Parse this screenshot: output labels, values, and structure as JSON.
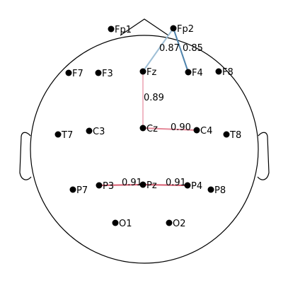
{
  "electrodes": [
    {
      "id": "Fp1",
      "label": "Fp1"
    },
    {
      "id": "Fp2",
      "label": "Fp2"
    },
    {
      "id": "F7",
      "label": "F7"
    },
    {
      "id": "F3",
      "label": "F3"
    },
    {
      "id": "Fz",
      "label": "Fz"
    },
    {
      "id": "F4",
      "label": "F4"
    },
    {
      "id": "F8",
      "label": "F8"
    },
    {
      "id": "T7",
      "label": "T7"
    },
    {
      "id": "C3",
      "label": "C3"
    },
    {
      "id": "Cz",
      "label": "Cz"
    },
    {
      "id": "C4",
      "label": "C4"
    },
    {
      "id": "T8",
      "label": "T8"
    },
    {
      "id": "P7",
      "label": "P7"
    },
    {
      "id": "P3",
      "label": "P3"
    },
    {
      "id": "Pz",
      "label": "Pz"
    },
    {
      "id": "P4",
      "label": "P4"
    },
    {
      "id": "P8",
      "label": "P8"
    },
    {
      "id": "O1",
      "label": "O1"
    },
    {
      "id": "O2",
      "label": "O2"
    }
  ],
  "connections": [
    {
      "from": "Fp2",
      "to": "Fz",
      "weight": "0.87",
      "color": "#9fbfd6"
    },
    {
      "from": "Fp2",
      "to": "F4",
      "weight": "0.85",
      "color": "#4f84ad"
    },
    {
      "from": "Fz",
      "to": "Cz",
      "weight": "0.89",
      "color": "#f0b8c4"
    },
    {
      "from": "Cz",
      "to": "C4",
      "weight": "0.90",
      "color": "#e6899a"
    },
    {
      "from": "P3",
      "to": "Pz",
      "weight": "0.91",
      "color": "#d65a6e"
    },
    {
      "from": "Pz",
      "to": "P4",
      "weight": "0.91",
      "color": "#d65a6e"
    }
  ],
  "colors": {
    "head_outline": "#000000",
    "electrode": "#000000"
  }
}
